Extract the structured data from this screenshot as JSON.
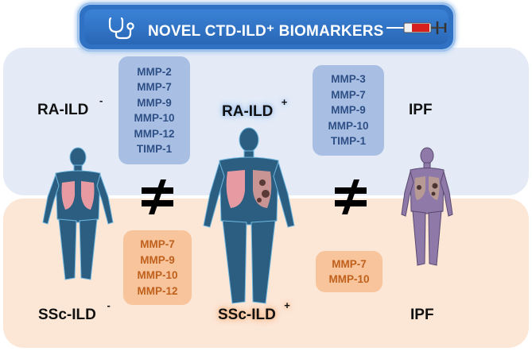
{
  "header": {
    "title": "NOVEL CTD-ILD⁺ BIOMARKERS"
  },
  "icons": {
    "left": "stethoscope-icon",
    "right": "syringe-icon",
    "comparison": "not-equal-icon"
  },
  "colors": {
    "header": "#2f72c4",
    "top_band": "#e4ebf7",
    "bottom_band": "#fce6d6",
    "blue_box": "#a8bfe3",
    "orange_box": "#f7c49b",
    "orange_text": "#c0601d",
    "blue_text": "#2e4f86"
  },
  "top_row": {
    "left_label": {
      "base": "RA-ILD",
      "sup": "-"
    },
    "center_label": {
      "base": "RA-ILD",
      "sup": "+"
    },
    "right_label": {
      "base": "IPF"
    },
    "left_markers": [
      "MMP-2",
      "MMP-7",
      "MMP-9",
      "MMP-10",
      "MMP-12",
      "TIMP-1"
    ],
    "right_markers": [
      "MMP-3",
      "MMP-7",
      "MMP-9",
      "MMP-10",
      "TIMP-1"
    ]
  },
  "bottom_row": {
    "left_label": {
      "base": "SSc-ILD",
      "sup": "-"
    },
    "center_label": {
      "base": "SSc-ILD",
      "sup": "+"
    },
    "right_label": {
      "base": "IPF"
    },
    "left_markers": [
      "MMP-7",
      "MMP-9",
      "MMP-10",
      "MMP-12"
    ],
    "right_markers": [
      "MMP-7",
      "MMP-10"
    ]
  }
}
